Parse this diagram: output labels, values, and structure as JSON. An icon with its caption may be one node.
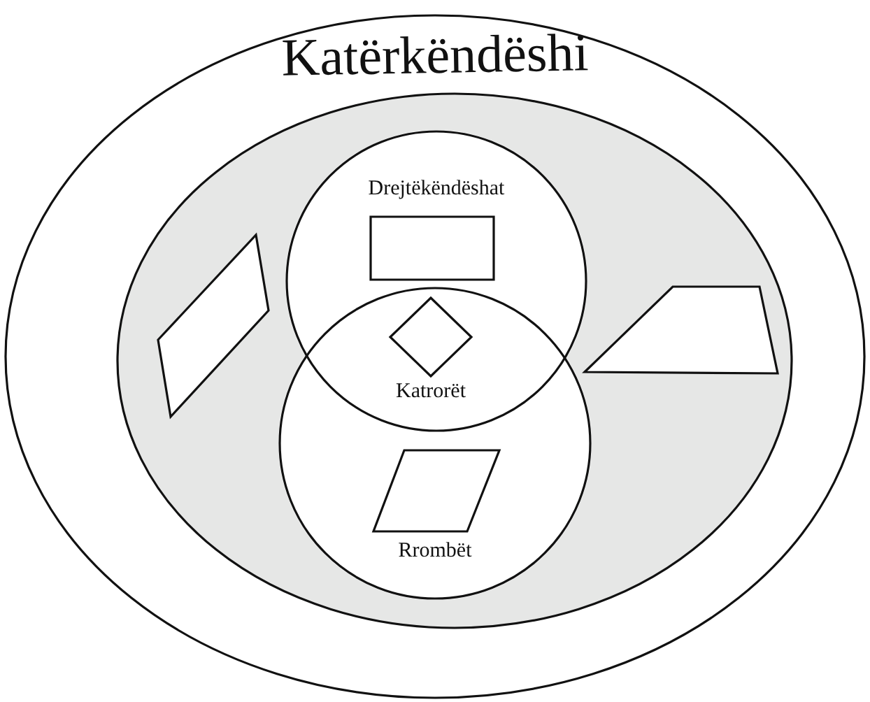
{
  "diagram": {
    "nodes": [
      {
        "text": [
          "Katërkëndëshi"
        ]
      },
      {
        "text": [],
        "shape": "ellipse",
        "in": 0
      },
      {
        "text": [
          "Drejtëkëndëshat"
        ],
        "in": 1
      },
      {
        "text": [
          "Rrombët"
        ],
        "in": 1
      }
    ],
    "edges": [],
    "labels": [
      "Katrorët"
    ]
  }
}
